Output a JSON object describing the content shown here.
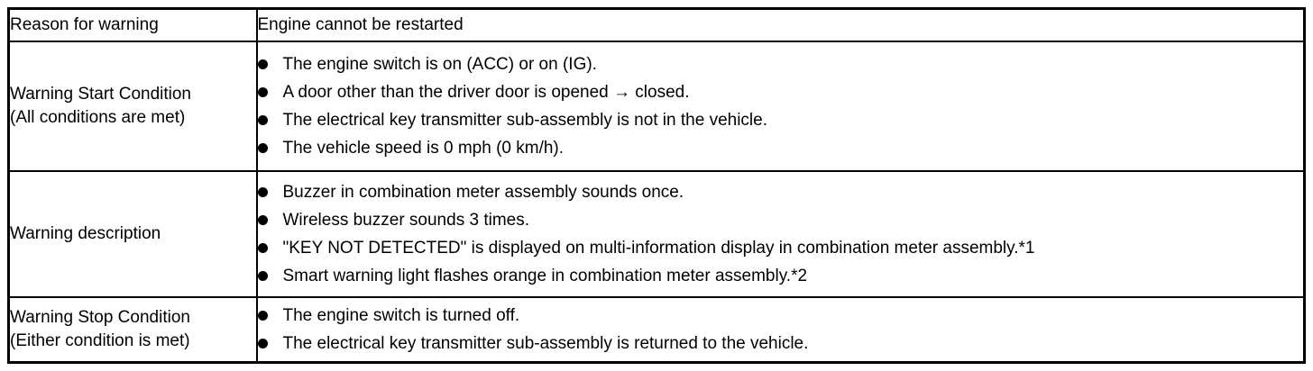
{
  "table": {
    "header": {
      "reason_label": "Reason for warning",
      "warning_title": "Engine cannot be restarted"
    },
    "rows": [
      {
        "label_lines": [
          "Warning Start Condition",
          "(All conditions are met)"
        ],
        "bullets": [
          "The engine switch is on (ACC) or on (IG).",
          "A door other than the driver door is opened → closed.",
          "The electrical key transmitter sub-assembly is not in the vehicle.",
          "The vehicle speed is 0 mph (0 km/h)."
        ]
      },
      {
        "label_lines": [
          "Warning description"
        ],
        "bullets": [
          "Buzzer in combination meter assembly sounds once.",
          "Wireless buzzer sounds 3 times.",
          "\"KEY NOT DETECTED\" is displayed on multi-information display in combination meter assembly.*1",
          "Smart warning light flashes orange in combination meter assembly.*2"
        ]
      },
      {
        "label_lines": [
          "Warning Stop Condition",
          "(Either condition is met)"
        ],
        "bullets": [
          "The engine switch is turned off.",
          "The electrical key transmitter sub-assembly is returned to the vehicle."
        ]
      }
    ]
  }
}
